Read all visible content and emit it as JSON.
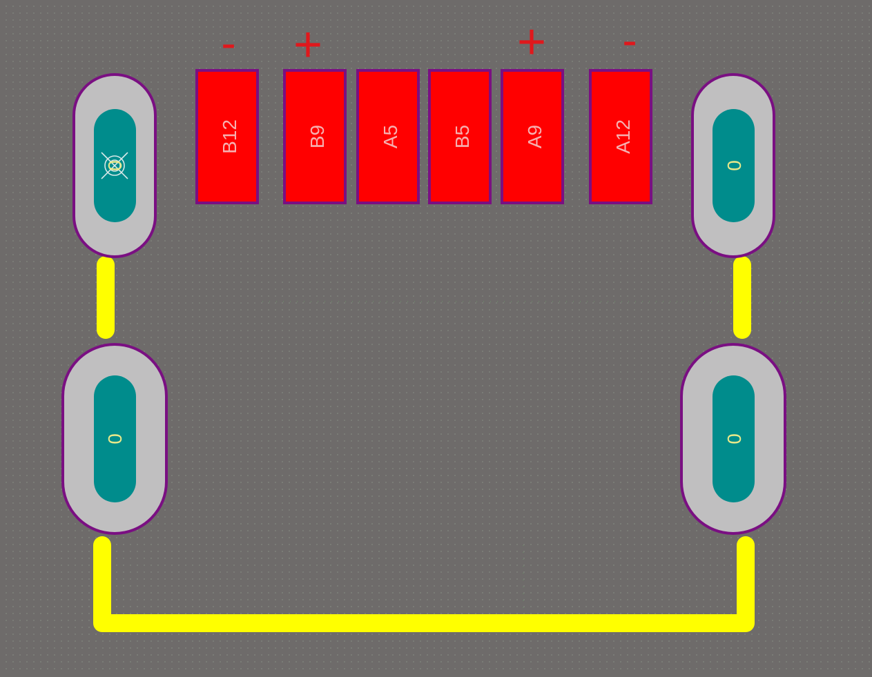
{
  "smd_pads": [
    {
      "label": "B12"
    },
    {
      "label": "B9"
    },
    {
      "label": "A5"
    },
    {
      "label": "B5"
    },
    {
      "label": "A9"
    },
    {
      "label": "A12"
    }
  ],
  "polarity_marks": [
    "-",
    "+",
    "+",
    "-"
  ],
  "through_hole_pads": [
    {
      "label": "0"
    },
    {
      "label": "0"
    },
    {
      "label": "0"
    },
    {
      "label": "0"
    }
  ],
  "colors": {
    "board": "#6e6b6a",
    "smd_pad": "#ff0000",
    "pad_outline": "#7a0f82",
    "hole_ring": "#c0bfc0",
    "hole": "#008c8c",
    "trace": "#ffff00",
    "pad_text": "#f6b0b0",
    "hole_text": "#e9e98a",
    "polarity": "#e0181c"
  }
}
